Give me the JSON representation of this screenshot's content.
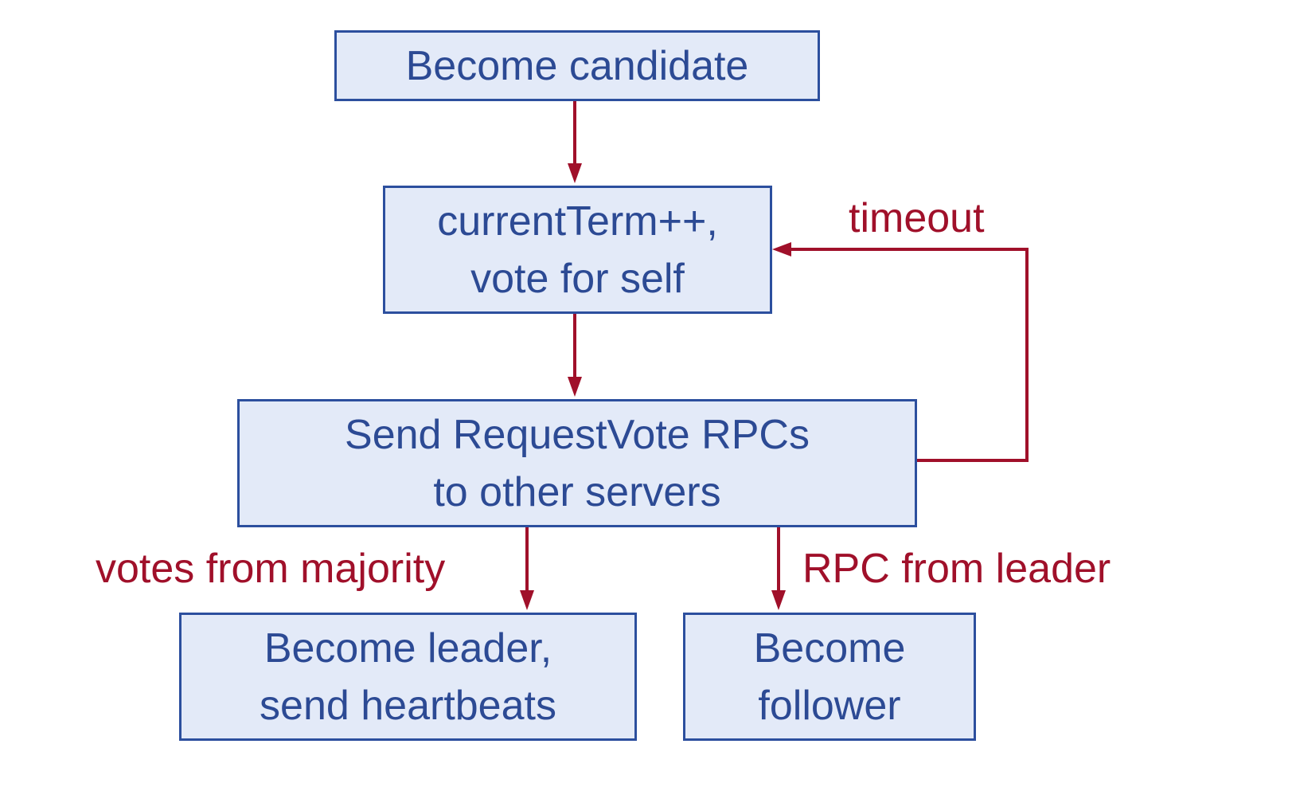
{
  "nodes": {
    "become_candidate": {
      "lines": [
        "Become candidate"
      ]
    },
    "increment_term": {
      "lines": [
        "currentTerm++,",
        "vote for self"
      ]
    },
    "send_request_vote": {
      "lines": [
        "Send RequestVote RPCs",
        "to other servers"
      ]
    },
    "become_leader": {
      "lines": [
        "Become leader,",
        "send heartbeats"
      ]
    },
    "become_follower": {
      "lines": [
        "Become",
        "follower"
      ]
    }
  },
  "edge_labels": {
    "timeout": "timeout",
    "votes_from_majority": "votes from majority",
    "rpc_from_leader": "RPC from leader"
  },
  "colors": {
    "box_fill": "#e3eaf8",
    "box_border": "#2c4f9e",
    "box_text": "#2c4a94",
    "arrow": "#a0102a"
  }
}
